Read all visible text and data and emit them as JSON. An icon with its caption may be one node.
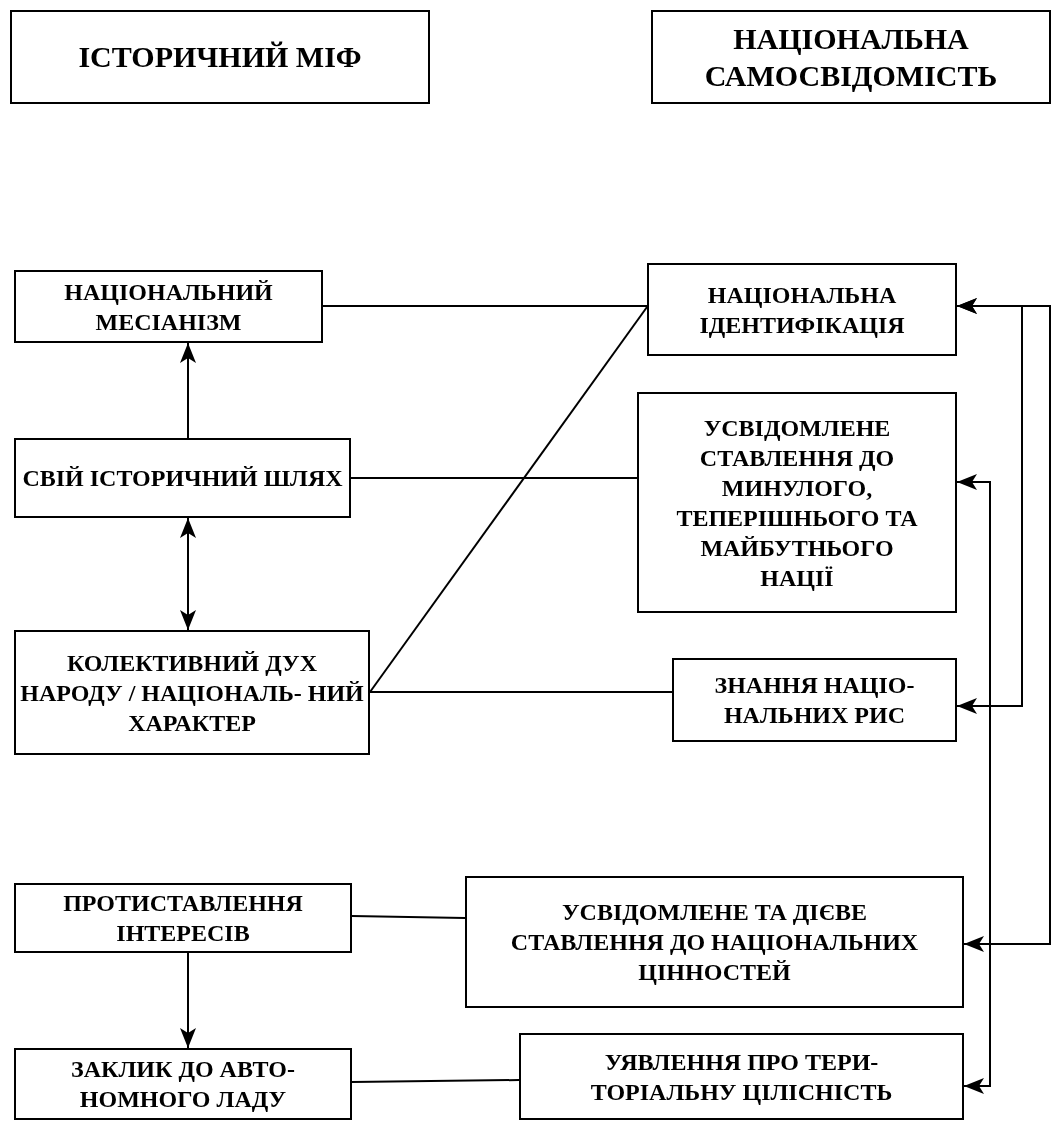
{
  "diagram": {
    "nodes": [
      {
        "text": [
          "ІСТОРИЧНИЙ МІФ"
        ]
      },
      {
        "text": [
          "НАЦІОНАЛЬНА САМОСВІДОМІСТЬ"
        ]
      },
      {
        "text": [
          "НАЦІОНАЛЬНИЙ МЕСІАНІЗМ"
        ]
      },
      {
        "text": [
          "НАЦІОНАЛЬНА ІДЕНТИФІКАЦІЯ"
        ]
      },
      {
        "text": [
          "СВІЙ ІСТОРИЧНИЙ ШЛЯХ"
        ]
      },
      {
        "text": [
          "УСВІДОМЛЕНЕ СТАВЛЕННЯ ДО МИНУЛОГО, ТЕПЕРІШНЬОГО ТА МАЙБУТНЬОГО НАЦІЇ"
        ]
      },
      {
        "text": [
          "КОЛЕКТИВНИЙ ДУХ НАРОДУ / НАЦІОНАЛЬ- НИЙ ХАРАКТЕР"
        ]
      },
      {
        "text": [
          "ЗНАННЯ НАЦІО- НАЛЬНИХ РИС"
        ]
      },
      {
        "text": [
          "ПРОТИСТАВЛЕННЯ ІНТЕРЕСІВ"
        ]
      },
      {
        "text": [
          "УСВІДОМЛЕНЕ ТА ДІЄВЕ СТАВЛЕННЯ ДО НАЦІОНАЛЬНИХ ЦІННОСТЕЙ"
        ]
      },
      {
        "text": [
          "ЗАКЛИК ДО АВТО- НОМНОГО ЛАДУ"
        ]
      },
      {
        "text": [
          "УЯВЛЕННЯ ПРО ТЕРИ- ТОРІАЛЬНУ ЦІЛІСНІСТЬ"
        ]
      }
    ],
    "edges": [
      {
        "from": 2,
        "to": 3,
        "arrow": "none"
      },
      {
        "from": 6,
        "to": 3,
        "arrow": "none"
      },
      {
        "from": 4,
        "to": 5,
        "arrow": "none"
      },
      {
        "from": 6,
        "to": 7,
        "arrow": "none"
      },
      {
        "from": 4,
        "to": 2,
        "arrow": "to"
      },
      {
        "from": 4,
        "to": 6,
        "arrow": "both"
      },
      {
        "from": 8,
        "to": 9,
        "arrow": "none"
      },
      {
        "from": 8,
        "to": 10,
        "arrow": "to"
      },
      {
        "from": 10,
        "to": 11,
        "arrow": "none"
      },
      {
        "from": 7,
        "to": 3,
        "arrow": "both"
      },
      {
        "from": 9,
        "to": 3,
        "arrow": "both"
      },
      {
        "from": 5,
        "to": 11,
        "arrow": "both"
      }
    ]
  }
}
